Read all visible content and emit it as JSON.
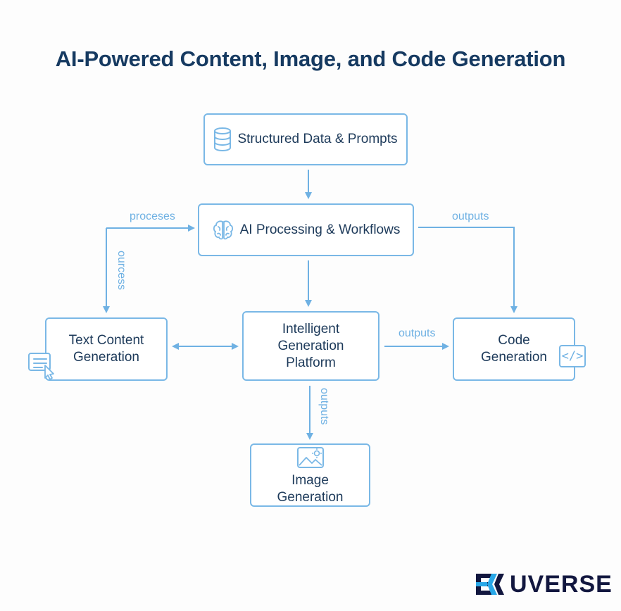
{
  "title": "AI-Powered Content, Image, and Code Generation",
  "nodes": {
    "data": {
      "label": "Structured Data & Prompts",
      "icon": "database-icon"
    },
    "ai": {
      "label": "AI Processing & Workflows",
      "icon": "brain-icon"
    },
    "text": {
      "label": "Text Content\nGeneration",
      "icon": "document-cursor-icon"
    },
    "platform": {
      "label": "Intelligent\nGeneration\nPlatform"
    },
    "code": {
      "label": "Code\nGeneration",
      "icon": "code-icon",
      "icon_text": "</>"
    },
    "image": {
      "label": "Image\nGeneration",
      "icon": "image-icon"
    }
  },
  "edges": [
    {
      "from": "data",
      "to": "ai",
      "label": ""
    },
    {
      "from": "text",
      "to": "ai",
      "label": "proceses"
    },
    {
      "from": "ai",
      "to": "text",
      "label": "ourcess"
    },
    {
      "from": "ai",
      "to": "code",
      "label": "outputs"
    },
    {
      "from": "ai",
      "to": "platform",
      "label": ""
    },
    {
      "from": "text",
      "to": "platform",
      "label": "",
      "bidirectional": true
    },
    {
      "from": "platform",
      "to": "code",
      "label": "outputs"
    },
    {
      "from": "platform",
      "to": "image",
      "label": "outputs"
    }
  ],
  "edge_labels": {
    "proceses": "proceses",
    "ourcess": "ourcess",
    "ai_outputs": "outputs",
    "platform_outputs_code": "outputs",
    "platform_outputs_image": "outputs"
  },
  "colors": {
    "title": "#163a61",
    "border": "#7ab8e6",
    "arrow": "#6fb1e3",
    "text": "#1d3a5a",
    "logo_dark": "#12173f",
    "logo_accent": "#29a8e8"
  },
  "logo": {
    "text": "UVERSE",
    "mark": "EX"
  }
}
